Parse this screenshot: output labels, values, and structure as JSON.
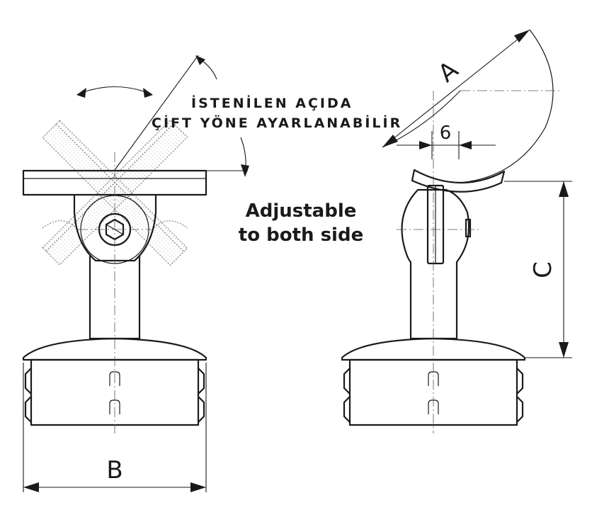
{
  "annotations": {
    "angle_note_line1": "İSTENİLEN AÇIDA",
    "angle_note_line2": "ÇİFT YÖNE AYARLANABİLİR",
    "adjust_line1": "Adjustable",
    "adjust_line2": "to both side"
  },
  "dimensions": {
    "a": "A",
    "b": "B",
    "c": "C",
    "six": "6"
  }
}
